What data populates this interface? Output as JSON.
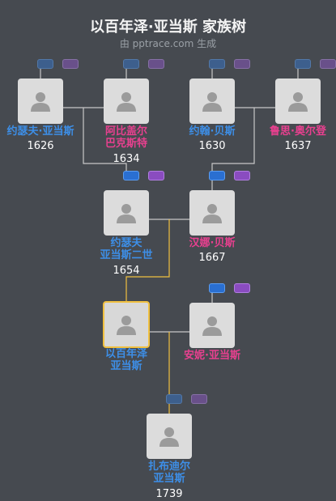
{
  "header": {
    "title": "以百年泽·亚当斯 家族树",
    "subtitle": "由 pptrace.com 生成"
  },
  "people": {
    "p1": {
      "name": [
        "约瑟夫·亚当斯"
      ],
      "year": "1626",
      "gender": "male"
    },
    "p2": {
      "name": [
        "阿比盖尔",
        "巴克斯特"
      ],
      "year": "1634",
      "gender": "female"
    },
    "p3": {
      "name": [
        "约翰·贝斯"
      ],
      "year": "1630",
      "gender": "male"
    },
    "p4": {
      "name": [
        "鲁思·奥尔登"
      ],
      "year": "1637",
      "gender": "female"
    },
    "p5": {
      "name": [
        "约瑟夫",
        "亚当斯二世"
      ],
      "year": "1654",
      "gender": "male"
    },
    "p6": {
      "name": [
        "汉娜·贝斯"
      ],
      "year": "1667",
      "gender": "female"
    },
    "p7": {
      "name": [
        "以百年泽",
        "亚当斯"
      ],
      "year": "",
      "gender": "male"
    },
    "p8": {
      "name": [
        "安妮·亚当斯"
      ],
      "year": "",
      "gender": "female"
    },
    "p9": {
      "name": [
        "扎布迪尔",
        "亚当斯"
      ],
      "year": "1739",
      "gender": "male"
    }
  },
  "colors": {
    "background": "#464a50",
    "male": "#3d8fe8",
    "female": "#e8408f",
    "line_gray": "#c8c8c8",
    "line_gold": "#f0c040"
  }
}
